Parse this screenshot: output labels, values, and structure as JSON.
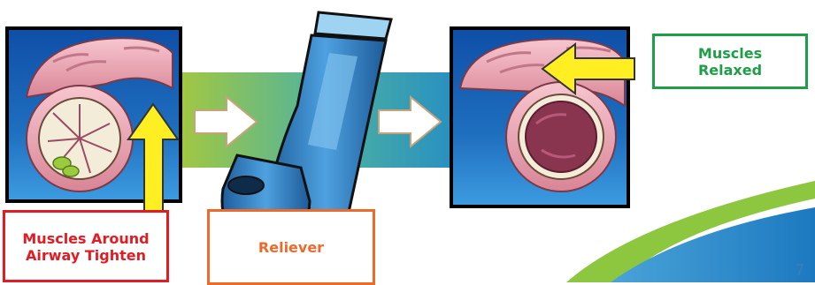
{
  "labels": {
    "tighten_line1": "Muscles Around",
    "tighten_line2": "Airway Tighten",
    "reliever": "Reliever",
    "relaxed_line1": "Muscles",
    "relaxed_line2": "Relaxed"
  },
  "page_number": "7",
  "colors": {
    "red_label": "#e31b23",
    "orange_label": "#ee6a2b",
    "green_label": "#1e9e46",
    "panel_blue": "#1f6fbf",
    "arrow_yellow": "#ffee22",
    "inhaler_blue": "#2f80c4"
  },
  "icons": [
    "tightened-airway-icon",
    "inhaler-icon",
    "relaxed-airway-icon",
    "yellow-arrow-icon",
    "right-arrow-icon"
  ]
}
